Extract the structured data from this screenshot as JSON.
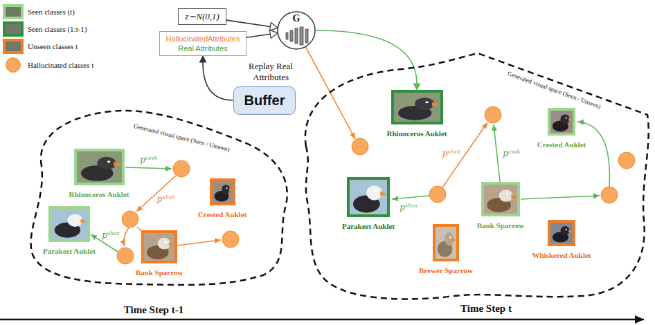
{
  "diagram": {
    "nodes": [
      {
        "text": [
          "z∼N(0,1)"
        ]
      },
      {
        "text": [
          "HallucinatedAttributes",
          "Real Attributes"
        ]
      },
      {
        "text": [
          "G"
        ]
      },
      {
        "text": [
          "Buffer"
        ]
      },
      {
        "text": [
          "Generated visual space (Seen / Unseen)"
        ]
      },
      {
        "text": [
          "Rhinoceros Auklet"
        ],
        "in": 4
      },
      {
        "text": [
          "Crested Auklet"
        ],
        "in": 4
      },
      {
        "text": [
          "Parakeet Auklet"
        ],
        "in": 4
      },
      {
        "text": [
          "Bank Sparrow"
        ],
        "in": 4
      },
      {
        "text": [
          "Generated visual space (Seen / Unseen)"
        ]
      },
      {
        "text": [
          "Rhinoceros Auklet"
        ],
        "in": 9
      },
      {
        "text": [
          "Parakeet Auklet"
        ],
        "in": 9
      },
      {
        "text": [
          "Bank Sparrow"
        ],
        "in": 9
      },
      {
        "text": [
          "Crested Auklet"
        ],
        "in": 9
      },
      {
        "text": [
          "Brewer Sparrow"
        ],
        "in": 9
      },
      {
        "text": [
          "Whiskered Auklet"
        ],
        "in": 9
      }
    ],
    "edges": [
      {
        "from": 0,
        "to": 2,
        "arrow": "to"
      },
      {
        "from": 1,
        "to": 2,
        "arrow": "to"
      },
      {
        "from": 3,
        "to": 1,
        "label": "Replay Real Attributes",
        "arrow": "to"
      },
      {
        "from": 2,
        "to": 10,
        "arrow": "to"
      }
    ],
    "labels": [
      "Time Step t-1",
      "Time Step t",
      "pᶜˢˣʰ",
      "pˣʰˣʰ",
      "pˣʰᶜˢ",
      "pˣʰˣʰ",
      "pᶜˢˣʰ",
      "pˣʰᶜˢ"
    ],
    "legend": [
      {
        "text": "Seen classes (t)",
        "color": "#9bd68e"
      },
      {
        "text": "Seen classes (1:t-1)",
        "color": "#2f8f3c"
      },
      {
        "text": "Unseen classes t",
        "color": "#f47c22"
      },
      {
        "text": "Hallucinated classes t",
        "color": "#f8a85e"
      }
    ]
  }
}
